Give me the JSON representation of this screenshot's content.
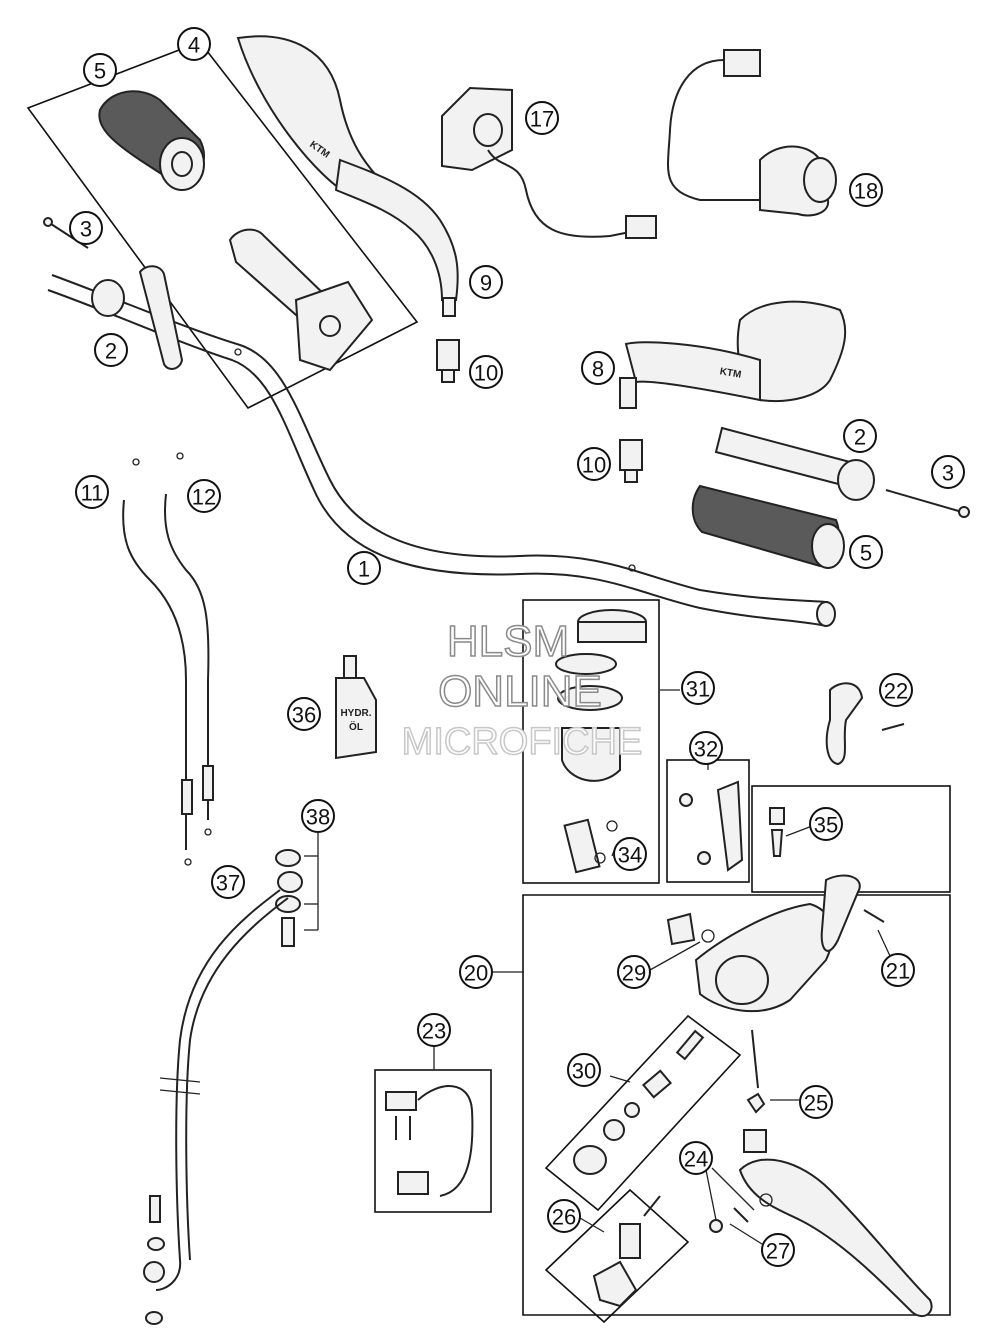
{
  "callouts": [
    "1",
    "2",
    "3",
    "4",
    "5",
    "8",
    "9",
    "10",
    "11",
    "12",
    "17",
    "18",
    "20",
    "21",
    "22",
    "23",
    "24",
    "25",
    "26",
    "27",
    "29",
    "30",
    "31",
    "32",
    "34",
    "35",
    "36",
    "37",
    "38"
  ],
  "watermark": {
    "line1": "HLSM",
    "line2": "ONLINE",
    "line3": "MICROFICHE"
  },
  "bottle_label": {
    "line1": "HYDR.",
    "line2": "ÖL"
  },
  "mirror_logo": "KTM",
  "colors": {
    "ink": "#222222",
    "paper": "#ffffff",
    "part_fill": "#f2f2f2",
    "watermark_stroke": "#8a8a8a"
  }
}
